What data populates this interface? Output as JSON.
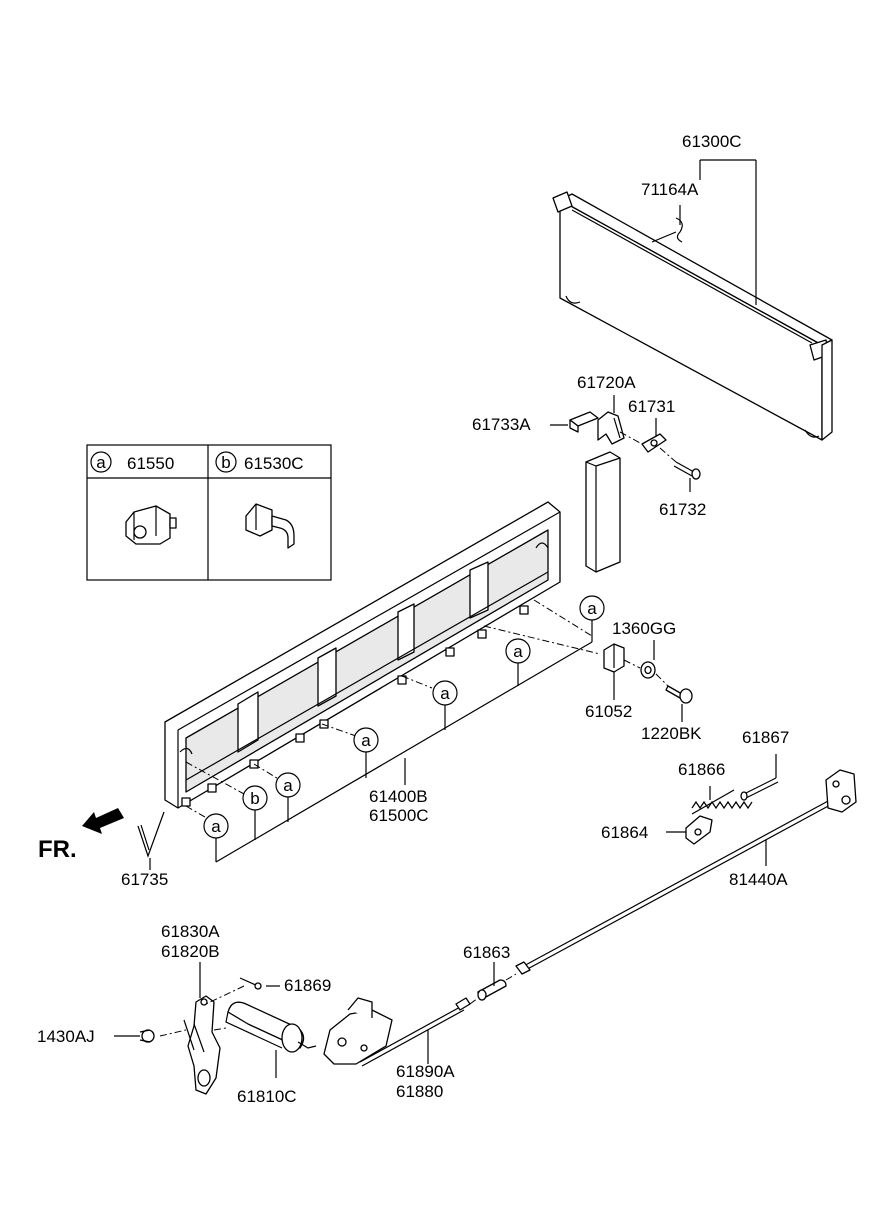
{
  "legend": {
    "a": {
      "marker": "a",
      "part": "61550"
    },
    "b": {
      "marker": "b",
      "part": "61530C"
    }
  },
  "labels": {
    "p61300C": "61300C",
    "p71164A": "71164A",
    "p61720A": "61720A",
    "p61733A": "61733A",
    "p61731": "61731",
    "p61732": "61732",
    "p1360GG": "1360GG",
    "p61052": "61052",
    "p1220BK": "1220BK",
    "p61400B": "61400B",
    "p61500C": "61500C",
    "p61735": "61735",
    "fr": "FR.",
    "p61867": "61867",
    "p61866": "61866",
    "p61864": "61864",
    "p81440A": "81440A",
    "p61830A": "61830A",
    "p61820B": "61820B",
    "p61869": "61869",
    "p1430AJ": "1430AJ",
    "p61810C": "61810C",
    "p61863": "61863",
    "p61890A": "61890A",
    "p61880": "61880"
  },
  "callouts": {
    "a": "a",
    "b": "b"
  }
}
